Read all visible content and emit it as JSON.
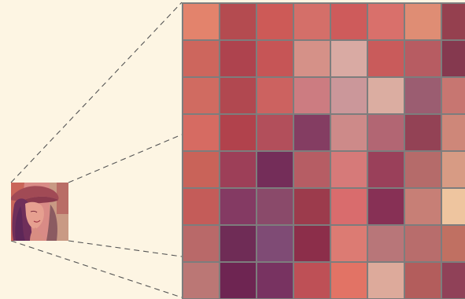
{
  "thumbnail": {
    "icon": "portrait-thumbnail"
  },
  "pixel_grid": {
    "rows": 8,
    "cols": 8,
    "colors": [
      [
        "#e3836c",
        "#b44b50",
        "#cd5a57",
        "#d46f69",
        "#ce5b5b",
        "#d9706b",
        "#df8d74",
        "#95404f"
      ],
      [
        "#cd665d",
        "#ae434e",
        "#c65556",
        "#d59188",
        "#d9aaa3",
        "#c95b5b",
        "#b75c62",
        "#85394f"
      ],
      [
        "#d06b61",
        "#b14850",
        "#cc6260",
        "#cc7c81",
        "#cb979a",
        "#dbada1",
        "#9b5d71",
        "#c77671"
      ],
      [
        "#d66b62",
        "#b1424c",
        "#b24f5b",
        "#843d62",
        "#cd8a89",
        "#b26673",
        "#934255",
        "#ce8779"
      ],
      [
        "#c96359",
        "#9d3f58",
        "#742d59",
        "#b65d64",
        "#d67a79",
        "#9a405a",
        "#b56b6a",
        "#d79b84"
      ],
      [
        "#c45c59",
        "#843a63",
        "#8a4a6a",
        "#9c3b4c",
        "#d96c6d",
        "#873055",
        "#c77f76",
        "#eec59f"
      ],
      [
        "#b96969",
        "#6f2c56",
        "#7f4b75",
        "#8c2e4a",
        "#dc7b73",
        "#b87679",
        "#b86d6c",
        "#c07062"
      ],
      [
        "#bb7775",
        "#6e2552",
        "#783361",
        "#be5056",
        "#e27365",
        "#ddaa9b",
        "#b35d5c",
        "#904158"
      ]
    ]
  }
}
